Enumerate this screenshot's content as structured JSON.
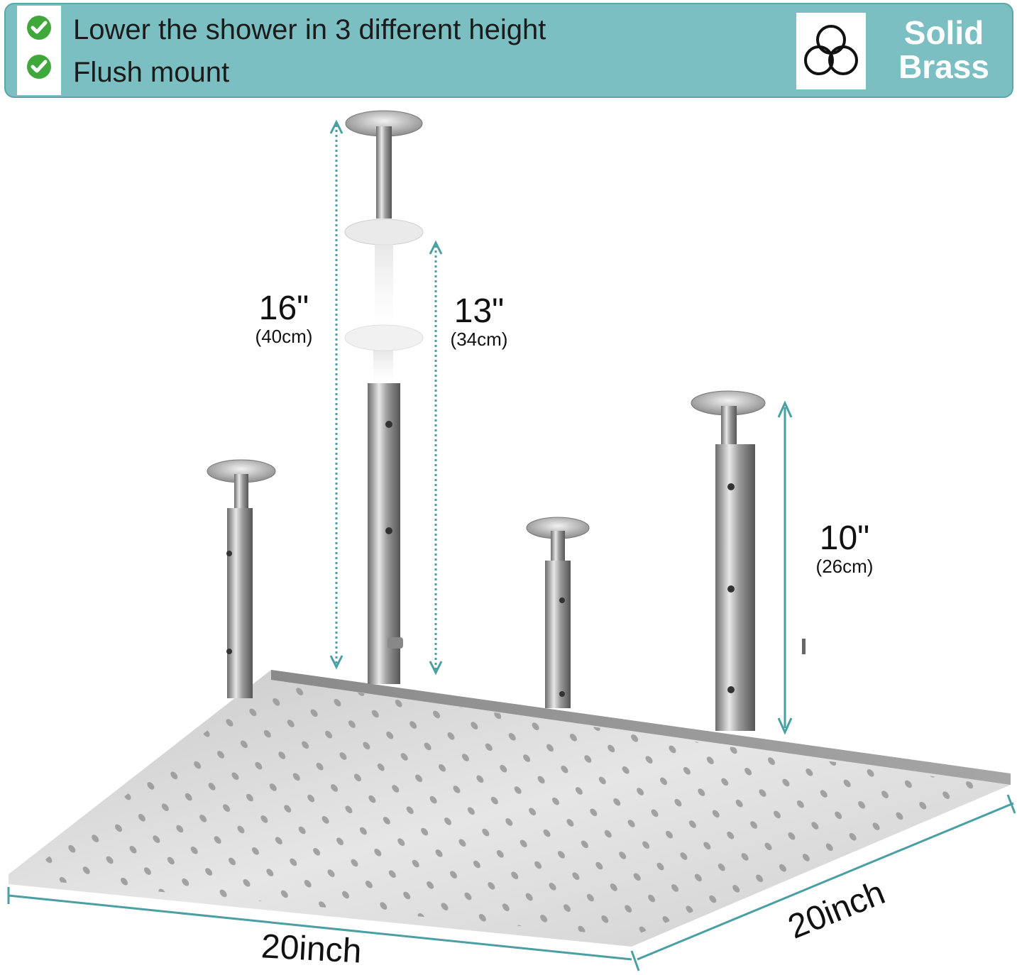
{
  "banner": {
    "features": [
      "Lower the shower in 3 different height",
      "Flush mount"
    ],
    "material_label": "Solid Brass",
    "material_icon": "three-rings-icon",
    "check_icon": "green-check-icon"
  },
  "dimensions": {
    "max_extension": {
      "inches": "16\"",
      "cm": "(40cm)"
    },
    "mid_extension": {
      "inches": "13\"",
      "cm": "(34cm)"
    },
    "min_extension": {
      "inches": "10\"",
      "cm": "(26cm)"
    },
    "front_width": "20inch",
    "side_width": "20inch"
  },
  "colors": {
    "banner_bg": "#7bbfc2",
    "banner_border": "#5aa6aa",
    "check_green": "#3fa83a",
    "dimension_arrow": "#4a9fa3",
    "steel": "#b9b9b9"
  }
}
